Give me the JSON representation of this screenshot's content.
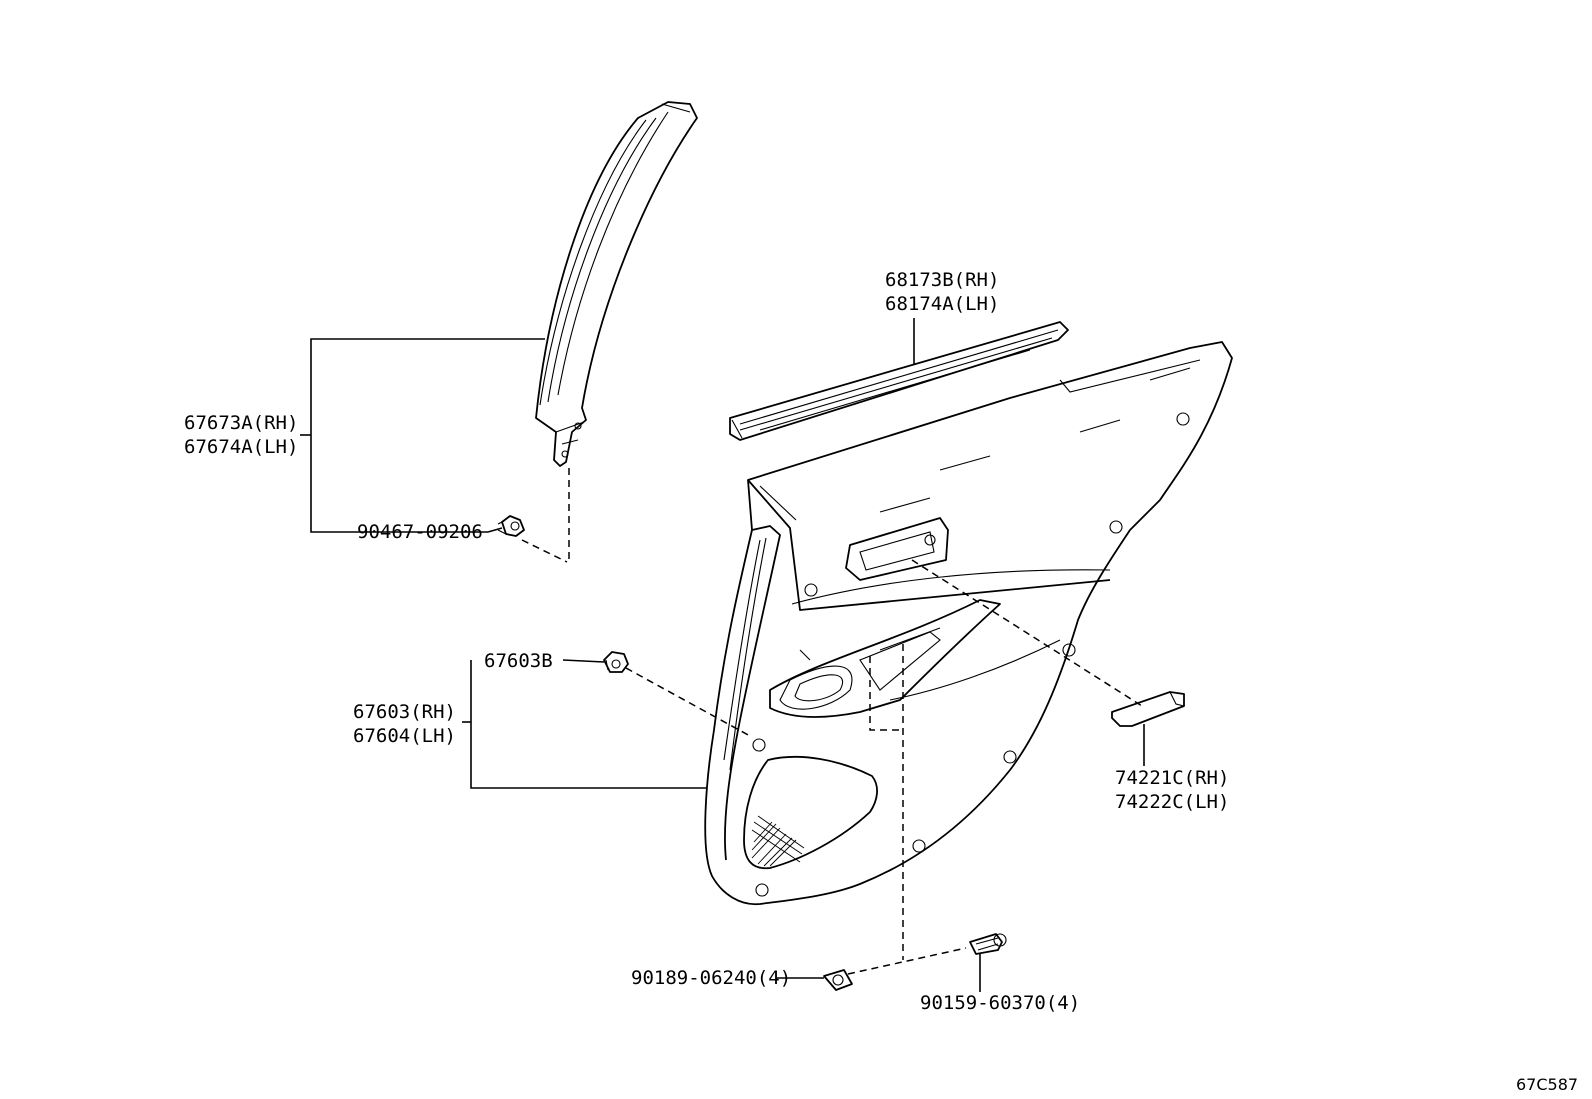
{
  "diagram": {
    "callouts": {
      "garnish_rh": "67673A(RH)",
      "garnish_lh": "67674A(LH)",
      "garnish_clip": "90467-09206",
      "weatherstrip_rh": "68173B(RH)",
      "weatherstrip_lh": "68174A(LH)",
      "trim_clip": "67603B",
      "trim_board_rh": "67603(RH)",
      "trim_board_lh": "67604(LH)",
      "handle_cover_rh": "74221C(RH)",
      "handle_cover_lh": "74222C(LH)",
      "nut": "90189-06240(4)",
      "screw": "90159-60370(4)"
    },
    "figure_code": "67C587"
  }
}
